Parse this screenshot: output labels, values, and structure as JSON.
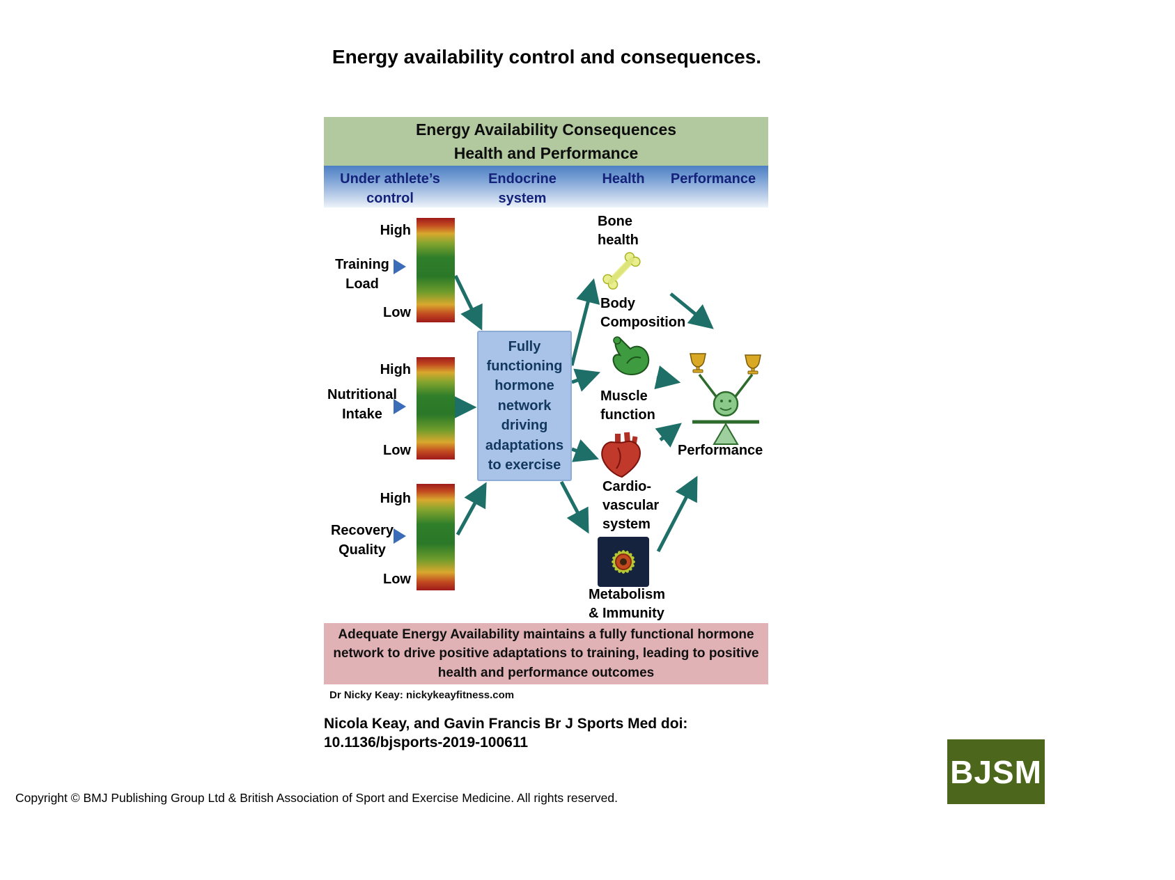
{
  "page": {
    "title": "Energy availability control and consequences.",
    "citation": "Nicola Keay, and Gavin Francis Br J Sports Med doi:\n10.1136/bjsports-2019-100611",
    "copyright": "Copyright © BMJ Publishing Group Ltd & British Association of Sport and Exercise Medicine. All rights reserved.",
    "logo": "BJSM"
  },
  "figure": {
    "header": "Energy Availability Consequences\nHealth and Performance",
    "columns": [
      {
        "label": "Under athlete’s\ncontrol"
      },
      {
        "label": "Endocrine\nsystem"
      },
      {
        "label": "Health"
      },
      {
        "label": "Performance"
      }
    ],
    "controls": [
      {
        "label": "Training\nLoad",
        "high": "High",
        "low": "Low"
      },
      {
        "label": "Nutritional\nIntake",
        "high": "High",
        "low": "Low"
      },
      {
        "label": "Recovery\nQuality",
        "high": "High",
        "low": "Low"
      }
    ],
    "hormone_box": "Fully\nfunctioning\nhormone\nnetwork\ndriving\nadaptations\nto exercise",
    "health": {
      "bone": "Bone\nhealth",
      "body_composition": "Body\nComposition",
      "muscle": "Muscle\nfunction",
      "cardio": "Cardio-\nvascular\nsystem",
      "metabolism": "Metabolism\n& Immunity"
    },
    "performance_label": "Performance",
    "footer": "Adequate Energy Availability maintains a fully functional hormone network to drive positive adaptations to training, leading to positive health and performance outcomes",
    "credit": "Dr Nicky Keay: nickykeayfitness.com",
    "colors": {
      "header_bg": "#b2c9a0",
      "band_blue": "#4d7fc4",
      "box_blue": "#a9c3e8",
      "footer_pink": "#e0b2b6",
      "arrow_teal": "#1e6f68",
      "triangle_blue": "#3a6cb8",
      "bar_red": "#9e1a1a",
      "bar_green": "#2f7e2a",
      "logo_green": "#4c661c"
    }
  }
}
